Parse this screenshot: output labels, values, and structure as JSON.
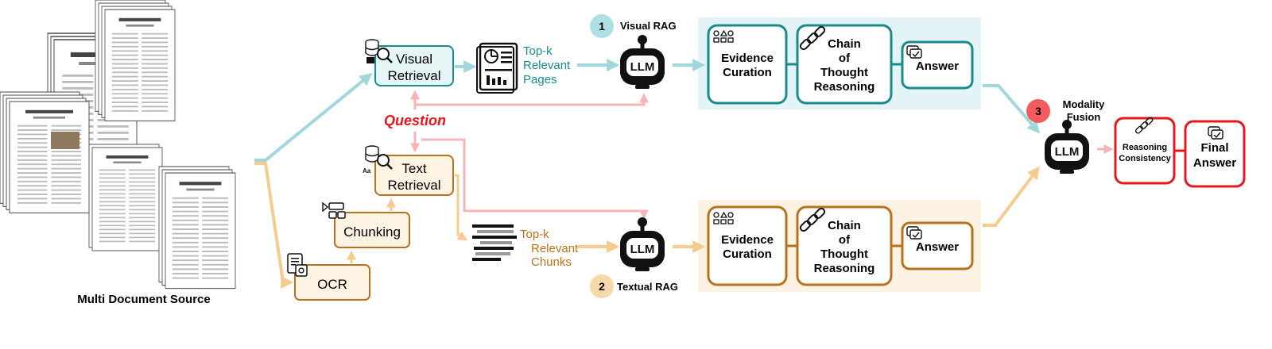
{
  "source": {
    "label": "Multi Document Source"
  },
  "question": {
    "label": "Question"
  },
  "visual": {
    "badge": "1",
    "title": "Visual RAG",
    "retrieval": [
      "Visual",
      "Retrieval"
    ],
    "topk": [
      "Top-k",
      "Relevant",
      "Pages"
    ],
    "llm": "LLM",
    "evidence": [
      "Evidence",
      "Curation"
    ],
    "cot": [
      "Chain",
      "of",
      "Thought",
      "Reasoning"
    ],
    "answer": "Answer"
  },
  "textual": {
    "badge": "2",
    "title": "Textual RAG",
    "retrieval": [
      "Text",
      "Retrieval"
    ],
    "chunking": "Chunking",
    "ocr": "OCR",
    "topk": [
      "Top-k",
      "Relevant",
      "Chunks"
    ],
    "llm": "LLM",
    "evidence": [
      "Evidence",
      "Curation"
    ],
    "cot": [
      "Chain",
      "of",
      "Thought",
      "Reasoning"
    ],
    "answer": "Answer"
  },
  "fusion": {
    "badge": "3",
    "title": [
      "Modality",
      "Fusion"
    ],
    "llm": "LLM",
    "consistency": [
      "Reasoning",
      "Consistency"
    ],
    "final": [
      "Final",
      "Answer"
    ]
  },
  "colors": {
    "teal": "#1a8a8c",
    "teal_fill": "#e6f6f7",
    "teal_band": "#e2f4f6",
    "teal_arrow": "#9fd7dc",
    "orange": "#b7731b",
    "orange_fill": "#fdf3e3",
    "orange_band": "#fcf2e4",
    "orange_arrow": "#f6cb8f",
    "pink_arrow": "#f6b5b5",
    "red": "#e8151d",
    "badge_teal": "#aee0e3",
    "badge_orange": "#f7d8ab",
    "badge_red": "#f25c5c"
  },
  "icons": [
    "database-search-icon",
    "document-icon",
    "robot-llm-icon",
    "shapes-icon",
    "chain-link-icon",
    "chat-check-icon",
    "chunk-icon",
    "ocr-scan-icon",
    "text-lines-icon"
  ]
}
